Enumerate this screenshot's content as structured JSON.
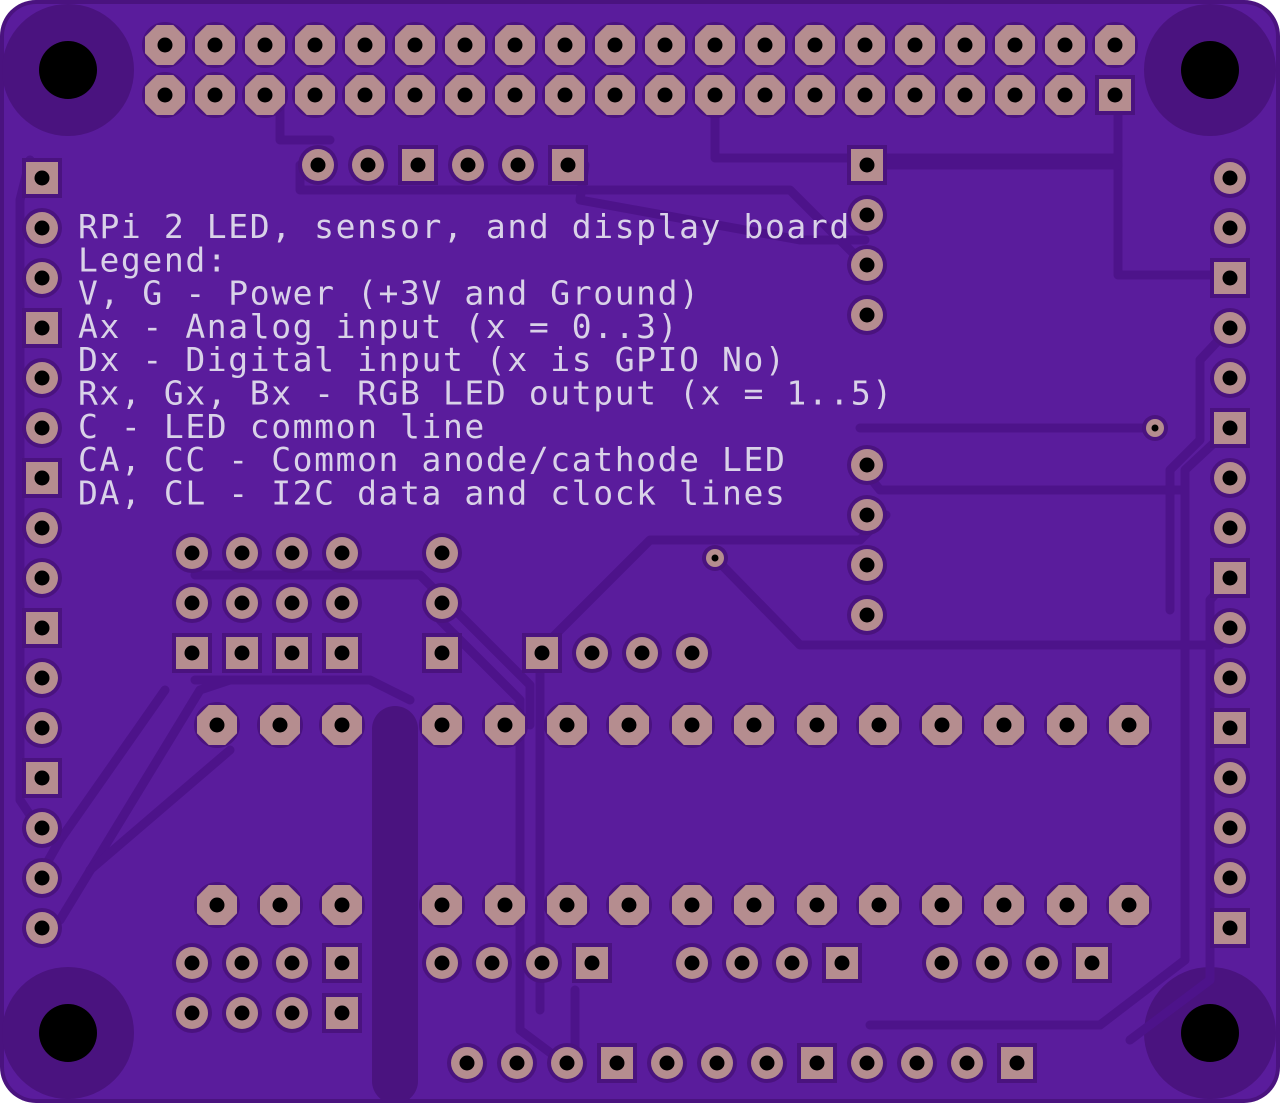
{
  "board": {
    "colors": {
      "substrate": "#4a137f",
      "board_fill": "#5a1c9c",
      "trace": "#4d138a",
      "pad": "#b58d8f",
      "hole": "#000000",
      "silkscreen": "#d9d2e8"
    },
    "silkscreen_lines": [
      "RPi 2 LED, sensor, and display board",
      "Legend:",
      "V, G - Power (+3V and Ground)",
      "Ax - Analog input (x = 0..3)",
      "Dx - Digital input (x is GPIO No)",
      "Rx, Gx, Bx - RGB LED output (x = 1..5)",
      "C - LED common line",
      "CA, CC - Common anode/cathode LED",
      "DA, CL - I2C data and clock lines"
    ]
  }
}
